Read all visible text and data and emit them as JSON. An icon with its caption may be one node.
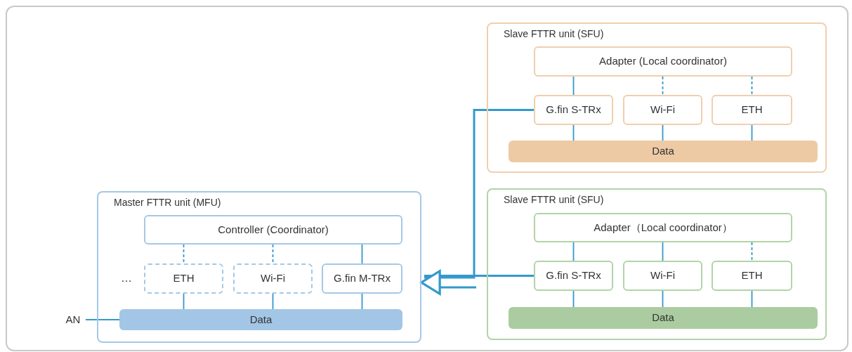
{
  "diagram": {
    "nodes": [
      {
        "text": [
          "Master FTTR unit (MFU)"
        ]
      },
      {
        "text": [
          "Controller (Coordinator)"
        ],
        "in": 0
      },
      {
        "text": [
          "ETH"
        ],
        "in": 0
      },
      {
        "text": [
          "Wi-Fi"
        ],
        "in": 0
      },
      {
        "text": [
          "G.fin M-TRx"
        ],
        "in": 0
      },
      {
        "text": [
          "Data"
        ],
        "in": 0
      },
      {
        "text": [
          "AN"
        ]
      },
      {
        "text": [
          "Slave FTTR unit (SFU)"
        ]
      },
      {
        "text": [
          "Adapter (Local coordinator)"
        ],
        "in": 7
      },
      {
        "text": [
          "G.fin S-TRx"
        ],
        "in": 7
      },
      {
        "text": [
          "Wi-Fi"
        ],
        "in": 7
      },
      {
        "text": [
          "ETH"
        ],
        "in": 7
      },
      {
        "text": [
          "Data"
        ],
        "in": 7
      },
      {
        "text": [
          "Slave FTTR unit (SFU)"
        ]
      },
      {
        "text": [
          "Adapter（Local coordinator）"
        ],
        "in": 13
      },
      {
        "text": [
          "G.fin S-TRx"
        ],
        "in": 13
      },
      {
        "text": [
          "Wi-Fi"
        ],
        "in": 13
      },
      {
        "text": [
          "ETH"
        ],
        "in": 13
      },
      {
        "text": [
          "Data"
        ],
        "in": 13
      }
    ],
    "edges": [
      {
        "from": 1,
        "to": 2,
        "arrow": "none",
        "style": "dashed"
      },
      {
        "from": 1,
        "to": 3,
        "arrow": "none",
        "style": "dashed"
      },
      {
        "from": 1,
        "to": 4,
        "arrow": "none"
      },
      {
        "from": 2,
        "to": 5,
        "arrow": "none"
      },
      {
        "from": 3,
        "to": 5,
        "arrow": "none"
      },
      {
        "from": 4,
        "to": 5,
        "arrow": "none"
      },
      {
        "from": 6,
        "to": 5,
        "arrow": "none"
      },
      {
        "from": 8,
        "to": 9,
        "arrow": "none"
      },
      {
        "from": 8,
        "to": 10,
        "arrow": "none",
        "style": "dashed"
      },
      {
        "from": 8,
        "to": 11,
        "arrow": "none",
        "style": "dashed"
      },
      {
        "from": 9,
        "to": 12,
        "arrow": "none"
      },
      {
        "from": 10,
        "to": 12,
        "arrow": "none"
      },
      {
        "from": 11,
        "to": 12,
        "arrow": "none"
      },
      {
        "from": 14,
        "to": 15,
        "arrow": "none"
      },
      {
        "from": 14,
        "to": 16,
        "arrow": "none"
      },
      {
        "from": 14,
        "to": 17,
        "arrow": "none",
        "style": "dashed"
      },
      {
        "from": 15,
        "to": 18,
        "arrow": "none"
      },
      {
        "from": 16,
        "to": 18,
        "arrow": "none"
      },
      {
        "from": 17,
        "to": 18,
        "arrow": "none"
      },
      {
        "from": 9,
        "to": 0,
        "arrow": "to"
      },
      {
        "from": 15,
        "to": 0,
        "arrow": "to"
      }
    ],
    "labels": [
      "…"
    ]
  }
}
